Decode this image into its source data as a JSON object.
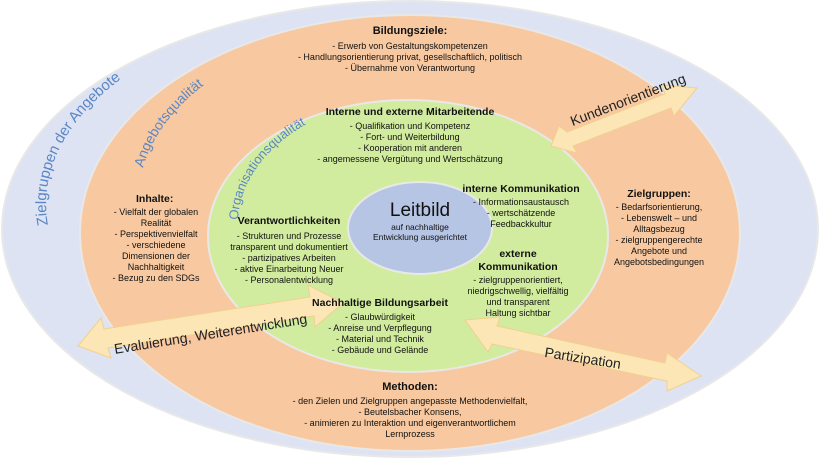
{
  "colors": {
    "outer_ellipse": "#dde3f2",
    "outer_ring": "#f8c9a0",
    "ring_stroke": "#e8e8e8",
    "inner_ellipse": "#d2ec9f",
    "center_ellipse": "#b6c5e4",
    "arrow_fill": "#fde6b6",
    "ring_label": "#5a86c6"
  },
  "ring_labels": {
    "outer": "Zielgruppen der Angebote",
    "middle": "Angebotsqualität",
    "inner": "Organisationsqualität"
  },
  "center": {
    "title": "Leitbild",
    "subtitle_1": "auf nachhaltige",
    "subtitle_2": "Entwicklung ausgerichtet"
  },
  "bildungsziele": {
    "heading": "Bildungsziele:",
    "items": [
      "- Erwerb von Gestaltungskompetenzen",
      "- Handlungsorientierung privat, gesellschaftlich, politisch",
      "- Übernahme von Verantwortung"
    ]
  },
  "inhalte": {
    "heading": "Inhalte:",
    "items": [
      "-    Vielfalt der globalen",
      "Realität",
      "-  Perspektivenvielfalt",
      "-    verschiedene",
      "Dimensionen der",
      "Nachhaltigkeit",
      "-  Bezug zu den SDGs"
    ]
  },
  "zielgruppen": {
    "heading": "Zielgruppen:",
    "items": [
      "- Bedarfsorientierung,",
      "- Lebenswelt – und",
      "Alltagsbezug",
      "- zielgruppengerechte",
      "Angebote und",
      "Angebotsbedingungen"
    ]
  },
  "methoden": {
    "heading": "Methoden:",
    "items": [
      "-    den Zielen und Zielgruppen angepasste Methodenvielfalt,",
      "-    Beutelsbacher Konsens,",
      "-    animieren zu Interaktion und eigenverantwortlichem",
      "Lernprozess"
    ]
  },
  "mitarbeitende": {
    "heading": "Interne und externe Mitarbeitende",
    "items": [
      "- Qualifikation und Kompetenz",
      "- Fort- und Weiterbildung",
      "- Kooperation mit anderen",
      "- angemessene Vergütung und Wertschätzung"
    ]
  },
  "verantwortlichkeiten": {
    "heading": "Verantwortlichkeiten",
    "items": [
      "- Strukturen  und Prozesse",
      "transparent und dokumentiert",
      "- partizipatives Arbeiten",
      "- aktive Einarbeitung Neuer",
      "-   Personalentwicklung"
    ]
  },
  "interne_kommunikation": {
    "heading": "interne Kommunikation",
    "items": [
      "- Informationsaustausch",
      "- wertschätzende",
      "Feedbackkultur"
    ]
  },
  "externe_kommunikation": {
    "heading_1": "externe",
    "heading_2": "Kommunikation",
    "items": [
      "- zielgruppenorientiert,",
      "niedrigschwellig, vielfältig",
      "und transparent",
      "Haltung sichtbar"
    ]
  },
  "bildungsarbeit": {
    "heading": "Nachhaltige Bildungsarbeit",
    "items": [
      "-    Glaubwürdigkeit",
      "-  Anreise und Verpflegung",
      "-  Material und Technik",
      "-  Gebäude und Gelände"
    ]
  },
  "arrows": {
    "kundenorientierung": "Kundenorientierung",
    "evaluierung": "Evaluierung, Weiterentwicklung",
    "partizipation": "Partizipation"
  }
}
